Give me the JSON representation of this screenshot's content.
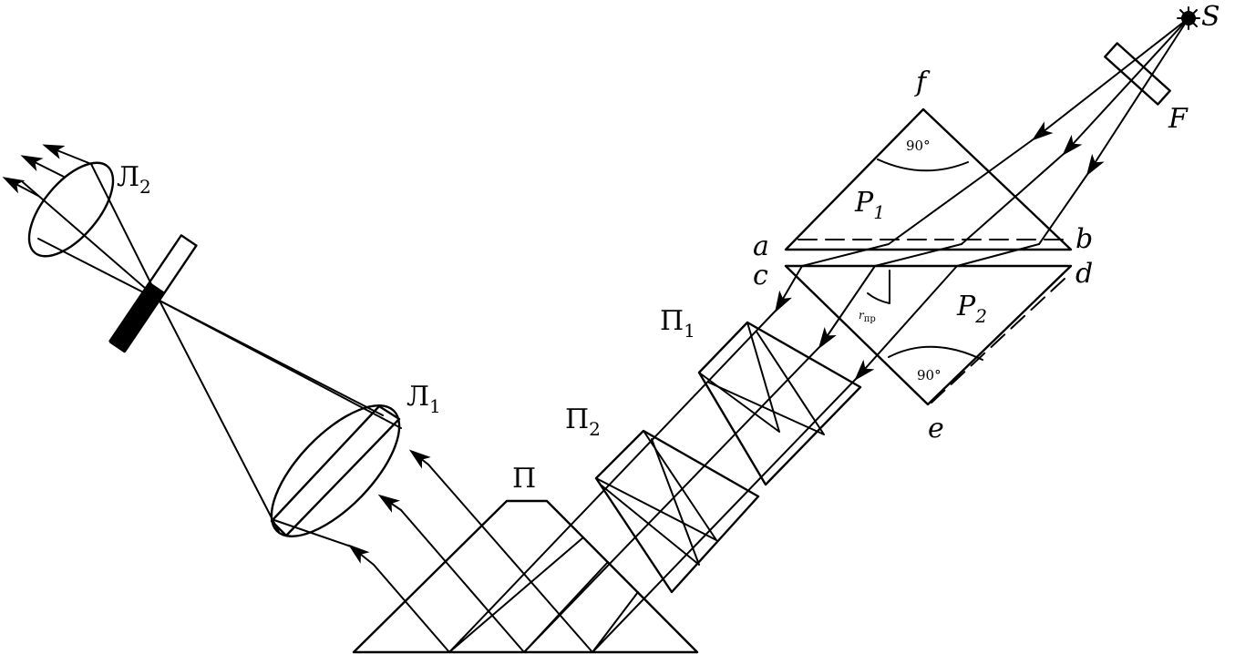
{
  "labels": {
    "source": "S",
    "filter": "F",
    "prism1": "P",
    "prism1_sub": "1",
    "prism2": "P",
    "prism2_sub": "2",
    "vertex_a": "a",
    "vertex_b": "b",
    "vertex_c": "c",
    "vertex_d": "d",
    "vertex_e": "e",
    "vertex_f": "f",
    "angle_top": "90°",
    "angle_bottom": "90°",
    "critical_angle": "r",
    "critical_angle_sub": "пр",
    "plate1": "П",
    "plate1_sub": "1",
    "plate2": "П",
    "plate2_sub": "2",
    "plate": "П",
    "lens1": "Л",
    "lens1_sub": "1",
    "lens2": "Л",
    "lens2_sub": "2"
  }
}
